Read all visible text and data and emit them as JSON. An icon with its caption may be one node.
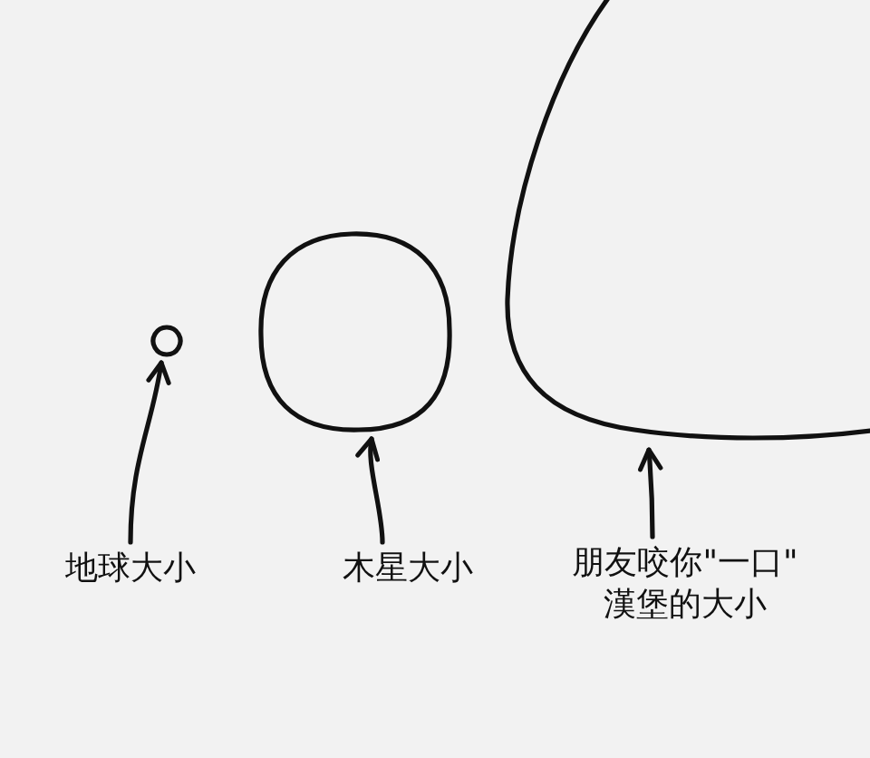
{
  "diagram": {
    "nodes": [
      {
        "text": [],
        "shape": "circle"
      },
      {
        "text": [
          "地球大小"
        ]
      },
      {
        "text": [],
        "shape": "circle"
      },
      {
        "text": [
          "木星大小"
        ]
      },
      {
        "text": [],
        "shape": "circle"
      },
      {
        "text": [
          "朋友咬你\"一口\"漢堡的大小"
        ]
      }
    ],
    "edges": [
      {
        "from": 1,
        "to": 0,
        "arrow": "to"
      },
      {
        "from": 3,
        "to": 2,
        "arrow": "to"
      },
      {
        "from": 5,
        "to": 4,
        "arrow": "to"
      }
    ]
  }
}
